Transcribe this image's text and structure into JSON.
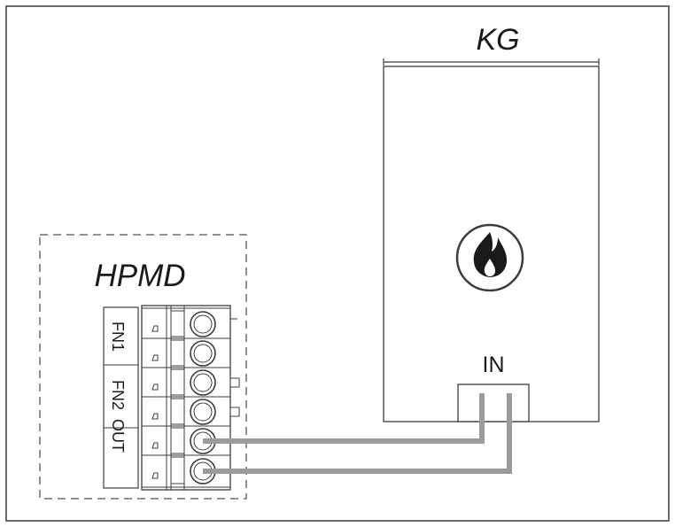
{
  "boiler": {
    "title": "KG",
    "input_label": "IN",
    "icon": "flame-icon"
  },
  "module": {
    "title": "HPMD",
    "terminal_labels": [
      "FN1",
      "FN2",
      "OUT"
    ]
  },
  "colors": {
    "line": "#3c3c3c",
    "wire": "#9b9b9b",
    "dash": "#6e6e6e",
    "flame": "#1a1a1a"
  }
}
